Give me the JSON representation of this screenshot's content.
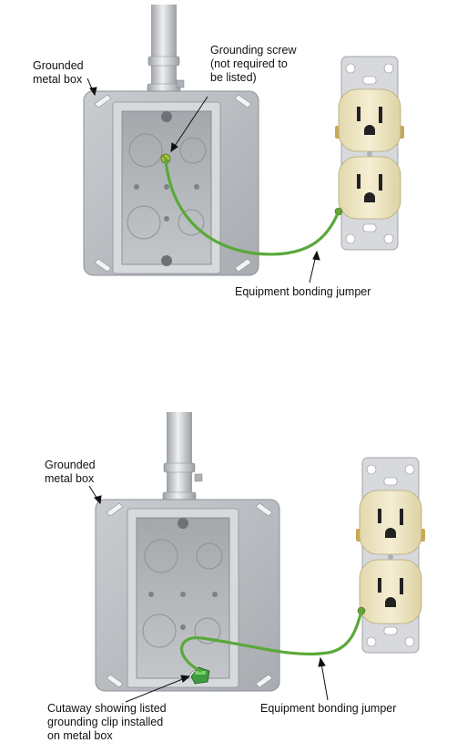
{
  "top_diagram": {
    "box_label": "Grounded\nmetal box",
    "screw_label": "Grounding screw\n(not required to\nbe listed)",
    "jumper_label": "Equipment bonding jumper"
  },
  "bottom_diagram": {
    "box_label": "Grounded\nmetal box",
    "clip_label": "Cutaway showing listed\ngrounding clip installed\non metal box",
    "jumper_label": "Equipment bonding jumper"
  },
  "colors": {
    "metal": "#b9bcc0",
    "metal_dark": "#8e9296",
    "receptacle": "#efe6c2",
    "yoke": "#d7d9dc",
    "wire": "#5aa83a",
    "clip": "#3f9b3f"
  }
}
